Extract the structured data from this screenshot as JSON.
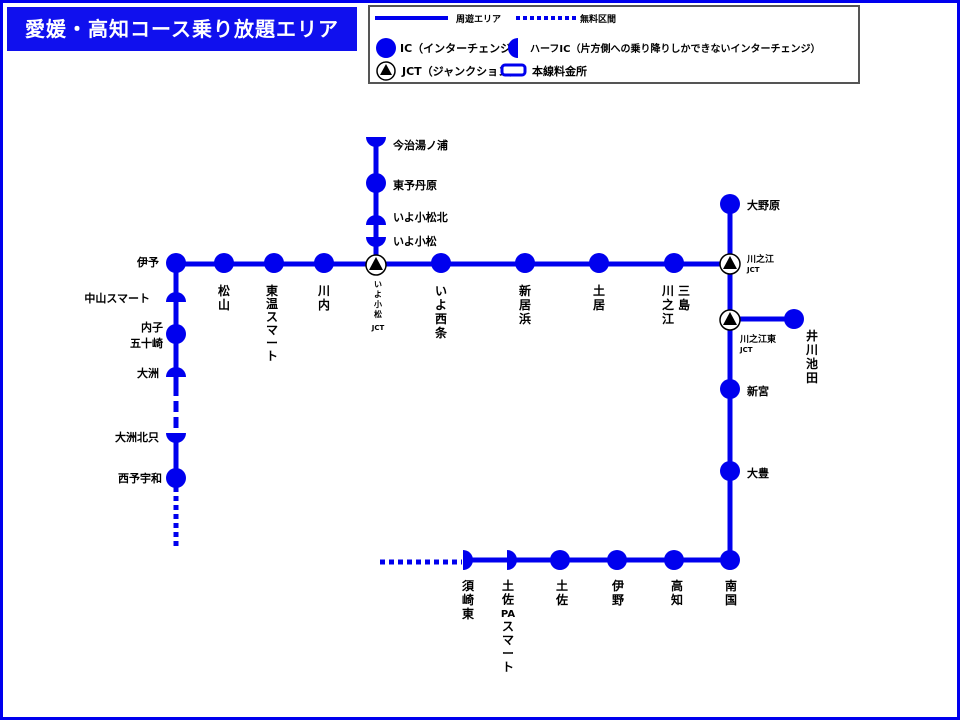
{
  "title": "愛媛・高知コース乗り放題エリア",
  "colors": {
    "route": "#0000ee",
    "frame": "#0000ee",
    "title_bg": "#1010ee"
  },
  "legend": {
    "route": "周遊エリア",
    "free": "無料区間",
    "ic": "IC（インターチェンジ）",
    "half_ic": "ハーフIC（片方側への乗り降りしかできないインターチェンジ）",
    "jct": "JCT（ジャンクション）",
    "tollgate": "本線料金所"
  },
  "stations": {
    "imabari": "今治湯ノ浦",
    "higashiyoniwa": "東予丹原",
    "komatsukita": "いよ小松北",
    "komatsu": "いよ小松",
    "komatsu_jct": "いよ小松JCT",
    "iyo": "伊予",
    "matsuyama": "松山",
    "toon": "東温スマート",
    "kawauchi": "川内",
    "saijo": "いよ西条",
    "niihama": "新居浜",
    "doi": "土居",
    "mishima": "三島川之江",
    "kawanoe_jct": "川之江JCT",
    "kawanoehigashi_jct": "川之江東JCT",
    "oonohara": "大野原",
    "ikawaikeda": "井川池田",
    "shingu": "新宮",
    "otoyo": "大豊",
    "nangoku": "南国",
    "kochi": "高知",
    "ino": "伊野",
    "tosa": "土佐",
    "tosapa": "土佐PAスマート",
    "susaki": "須崎東",
    "nakayama": "中山スマート",
    "uchiko": "内子五十崎",
    "ozu": "大洲",
    "ozukitatada": "大洲北只",
    "seiyo": "西予宇和"
  }
}
